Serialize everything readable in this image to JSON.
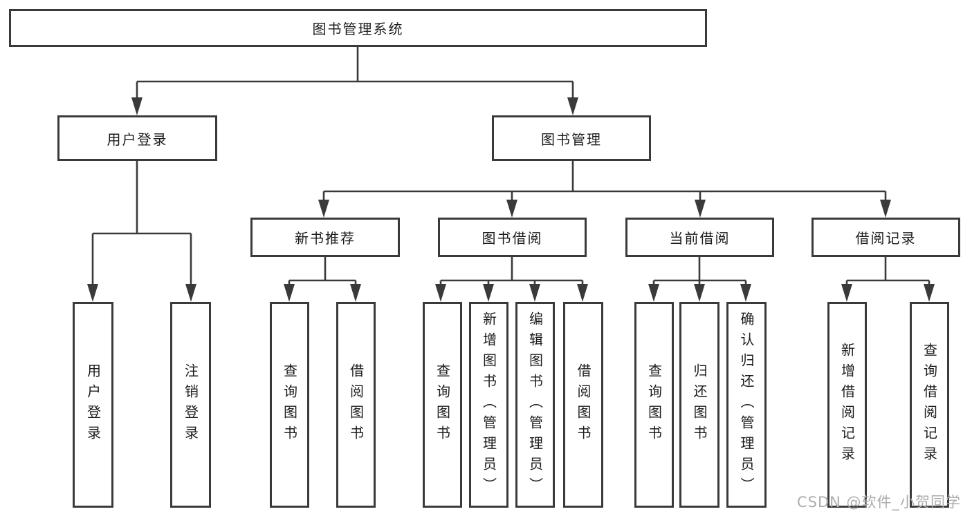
{
  "diagram": {
    "root": {
      "label": "图书管理系统"
    },
    "user": {
      "label": "用户登录",
      "children": [
        {
          "label": "用户登录"
        },
        {
          "label": "注销登录"
        }
      ]
    },
    "mgmt": {
      "label": "图书管理",
      "groups": [
        {
          "label": "新书推荐",
          "children": [
            {
              "label": "查询图书"
            },
            {
              "label": "借阅图书"
            }
          ]
        },
        {
          "label": "图书借阅",
          "children": [
            {
              "label": "查询图书"
            },
            {
              "label": "新增图书（管理员）"
            },
            {
              "label": "编辑图书（管理员）"
            },
            {
              "label": "借阅图书"
            }
          ]
        },
        {
          "label": "当前借阅",
          "children": [
            {
              "label": "查询图书"
            },
            {
              "label": "归还图书"
            },
            {
              "label": "确认归还（管理员）"
            }
          ]
        },
        {
          "label": "借阅记录",
          "children": [
            {
              "label": "新增借阅记录"
            },
            {
              "label": "查询借阅记录"
            }
          ]
        }
      ]
    },
    "watermark": "CSDN @软件_小贺同学",
    "colors": {
      "line": "#3a3a3a",
      "border": "#3a3a3a",
      "text": "#1c1c1c",
      "watermark": "#acacac"
    }
  }
}
